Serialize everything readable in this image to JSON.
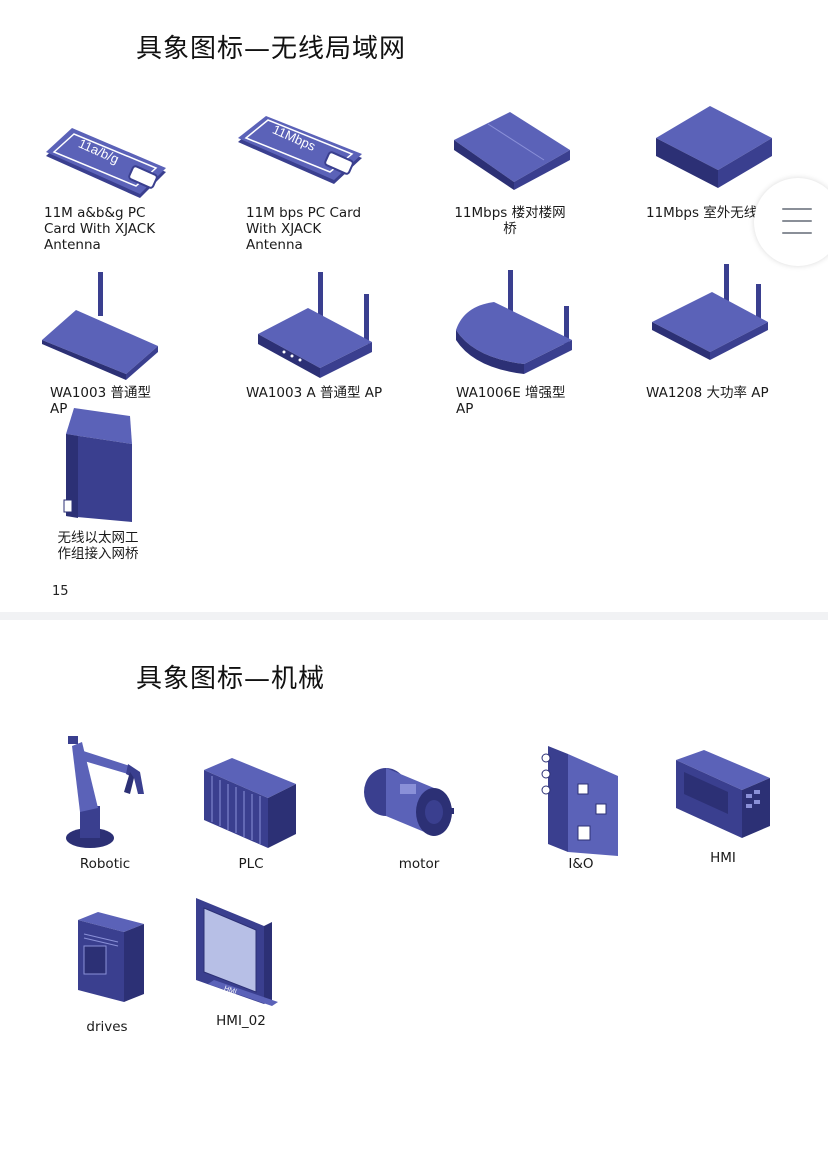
{
  "slide1": {
    "title": "具象图标—无线局域网",
    "page_number": "15",
    "items": [
      {
        "icon": "pc-card-11abg-icon",
        "label": "11M a&b&g PC\nCard With XJACK\nAntenna"
      },
      {
        "icon": "pc-card-11mbps-icon",
        "label": "11M bps PC Card\nWith XJACK\nAntenna"
      },
      {
        "icon": "bridge-11mbps-icon",
        "label": "11Mbps 楼对楼网\n桥"
      },
      {
        "icon": "outdoor-wireless-icon",
        "label": "11Mbps 室外无线"
      },
      {
        "icon": "ap-wa1003-icon",
        "label": "WA1003 普通型\nAP"
      },
      {
        "icon": "ap-wa1003a-icon",
        "label": "WA1003 A 普通型 AP"
      },
      {
        "icon": "ap-wa1006e-icon",
        "label": "WA1006E 增强型\nAP"
      },
      {
        "icon": "ap-wa1208-icon",
        "label": "WA1208 大功率 AP"
      },
      {
        "icon": "ethernet-bridge-icon",
        "label": "无线以太网工\n作组接入网桥"
      }
    ],
    "cards": {
      "card1_text": "11a/b/g",
      "card2_text": "11Mbps"
    }
  },
  "slide2": {
    "title": "具象图标—机械",
    "items": [
      {
        "icon": "robotic-arm-icon",
        "label": "Robotic"
      },
      {
        "icon": "plc-icon",
        "label": "PLC"
      },
      {
        "icon": "motor-icon",
        "label": "motor"
      },
      {
        "icon": "io-module-icon",
        "label": "I&O"
      },
      {
        "icon": "hmi-icon",
        "label": "HMI"
      },
      {
        "icon": "drives-icon",
        "label": "drives"
      },
      {
        "icon": "hmi-monitor-icon",
        "label": "HMI_02"
      }
    ],
    "hmi_screen_text": "HMI"
  },
  "colors": {
    "device_top": "#5b62b8",
    "device_side": "#3a3f8f",
    "device_dark": "#2c3075",
    "highlight": "#8a90d8"
  }
}
